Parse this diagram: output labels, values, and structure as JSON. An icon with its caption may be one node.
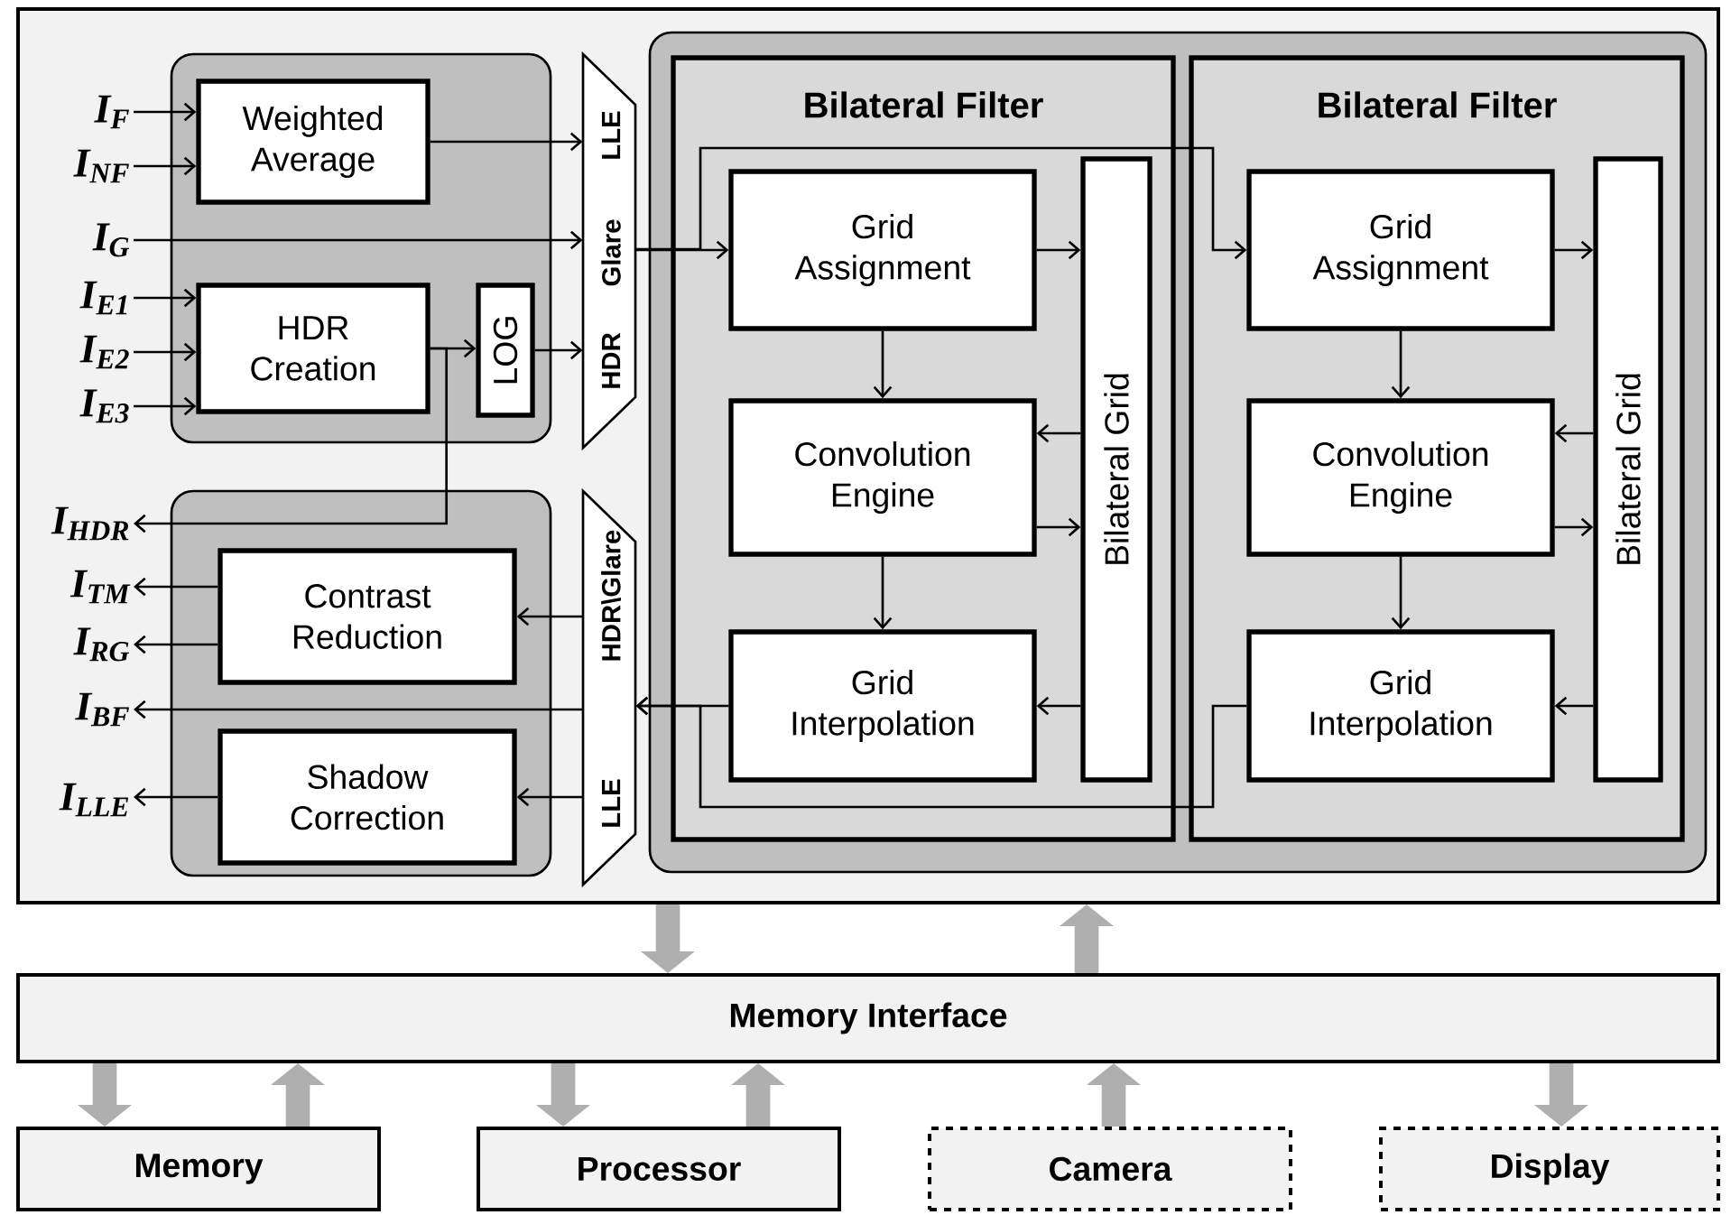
{
  "diagram": {
    "nodes": [
      {
        "text": [],
        "shape": "box"
      },
      {
        "text": [],
        "shape": "box",
        "in": 0
      },
      {
        "text": [
          "Weighted Average"
        ],
        "in": 1
      },
      {
        "text": [
          "HDR Creation"
        ],
        "in": 1
      },
      {
        "text": [
          "LOG"
        ],
        "in": 1
      },
      {
        "text": [
          "LLE",
          "Glare",
          "HDR"
        ],
        "in": 0
      },
      {
        "text": [],
        "shape": "box",
        "in": 0
      },
      {
        "text": [
          "Contrast Reduction"
        ],
        "in": 6
      },
      {
        "text": [
          "Shadow Correction"
        ],
        "in": 6
      },
      {
        "text": [
          "HDR\\Glare",
          "LLE"
        ],
        "in": 0
      },
      {
        "text": [],
        "shape": "box",
        "in": 0
      },
      {
        "text": [
          "Bilateral Filter"
        ],
        "in": 10
      },
      {
        "text": [
          "Grid Assignment"
        ],
        "in": 11
      },
      {
        "text": [
          "Convolution Engine"
        ],
        "in": 11
      },
      {
        "text": [
          "Grid Interpolation"
        ],
        "in": 11
      },
      {
        "text": [
          "Bilateral Grid"
        ],
        "in": 11
      },
      {
        "text": [
          "Bilateral Filter"
        ],
        "in": 10
      },
      {
        "text": [
          "Grid Assignment"
        ],
        "in": 16
      },
      {
        "text": [
          "Convolution Engine"
        ],
        "in": 16
      },
      {
        "text": [
          "Grid Interpolation"
        ],
        "in": 16
      },
      {
        "text": [
          "Bilateral Grid"
        ],
        "in": 16
      },
      {
        "text": [
          "Memory Interface"
        ]
      },
      {
        "text": [
          "Memory"
        ]
      },
      {
        "text": [
          "Processor"
        ]
      },
      {
        "text": [
          "Camera"
        ]
      },
      {
        "text": [
          "Display"
        ]
      },
      {
        "text": [
          "I$_{F}$"
        ],
        "in": 0
      },
      {
        "text": [
          "I$_{NF}$"
        ],
        "in": 0
      },
      {
        "text": [
          "I$_{G}$"
        ],
        "in": 0
      },
      {
        "text": [
          "I$_{E1}$"
        ],
        "in": 0
      },
      {
        "text": [
          "I$_{E2}$"
        ],
        "in": 0
      },
      {
        "text": [
          "I$_{E3}$"
        ],
        "in": 0
      },
      {
        "text": [
          "I$_{HDR}$"
        ],
        "in": 0
      },
      {
        "text": [
          "I$_{TM}$"
        ],
        "in": 0
      },
      {
        "text": [
          "I$_{RG}$"
        ],
        "in": 0
      },
      {
        "text": [
          "I$_{BF}$"
        ],
        "in": 0
      },
      {
        "text": [
          "I$_{LLE}$"
        ],
        "in": 0
      }
    ],
    "edges": [
      {
        "from": 26,
        "to": 2,
        "arrow": "to"
      },
      {
        "from": 27,
        "to": 2,
        "arrow": "to"
      },
      {
        "from": 28,
        "to": 5,
        "arrow": "to"
      },
      {
        "from": 29,
        "to": 3,
        "arrow": "to"
      },
      {
        "from": 30,
        "to": 3,
        "arrow": "to"
      },
      {
        "from": 31,
        "to": 3,
        "arrow": "to"
      },
      {
        "from": 2,
        "to": 5,
        "arrow": "to"
      },
      {
        "from": 3,
        "to": 4,
        "arrow": "to"
      },
      {
        "from": 4,
        "to": 5,
        "arrow": "to"
      },
      {
        "from": 3,
        "to": 32,
        "arrow": "to"
      },
      {
        "from": 5,
        "to": 12,
        "arrow": "to"
      },
      {
        "from": 5,
        "to": 17,
        "arrow": "to"
      },
      {
        "from": 12,
        "to": 13,
        "arrow": "to"
      },
      {
        "from": 13,
        "to": 14,
        "arrow": "to"
      },
      {
        "from": 12,
        "to": 15,
        "arrow": "to"
      },
      {
        "from": 15,
        "to": 13,
        "arrow": "to"
      },
      {
        "from": 13,
        "to": 15,
        "arrow": "to"
      },
      {
        "from": 15,
        "to": 14,
        "arrow": "to"
      },
      {
        "from": 17,
        "to": 18,
        "arrow": "to"
      },
      {
        "from": 18,
        "to": 19,
        "arrow": "to"
      },
      {
        "from": 17,
        "to": 20,
        "arrow": "to"
      },
      {
        "from": 20,
        "to": 18,
        "arrow": "to"
      },
      {
        "from": 18,
        "to": 20,
        "arrow": "to"
      },
      {
        "from": 20,
        "to": 19,
        "arrow": "to"
      },
      {
        "from": 14,
        "to": 9,
        "arrow": "to"
      },
      {
        "from": 19,
        "to": 9,
        "arrow": "to"
      },
      {
        "from": 9,
        "to": 7,
        "arrow": "to"
      },
      {
        "from": 9,
        "to": 35,
        "arrow": "to"
      },
      {
        "from": 9,
        "to": 8,
        "arrow": "to"
      },
      {
        "from": 7,
        "to": 33,
        "arrow": "to"
      },
      {
        "from": 7,
        "to": 34,
        "arrow": "to"
      },
      {
        "from": 8,
        "to": 36,
        "arrow": "to"
      },
      {
        "from": 0,
        "to": 21,
        "arrow": "to",
        "style": "thick",
        "color": "#afafaf"
      },
      {
        "from": 21,
        "to": 0,
        "arrow": "to",
        "style": "thick",
        "color": "#afafaf"
      },
      {
        "from": 21,
        "to": 22,
        "arrow": "to",
        "style": "thick",
        "color": "#afafaf"
      },
      {
        "from": 22,
        "to": 21,
        "arrow": "to",
        "style": "thick",
        "color": "#afafaf"
      },
      {
        "from": 21,
        "to": 23,
        "arrow": "to",
        "style": "thick",
        "color": "#afafaf"
      },
      {
        "from": 23,
        "to": 21,
        "arrow": "to",
        "style": "thick",
        "color": "#afafaf"
      },
      {
        "from": 24,
        "to": 21,
        "arrow": "to",
        "style": "thick",
        "color": "#afafaf"
      },
      {
        "from": 21,
        "to": 25,
        "arrow": "to",
        "style": "thick",
        "color": "#afafaf"
      }
    ]
  }
}
